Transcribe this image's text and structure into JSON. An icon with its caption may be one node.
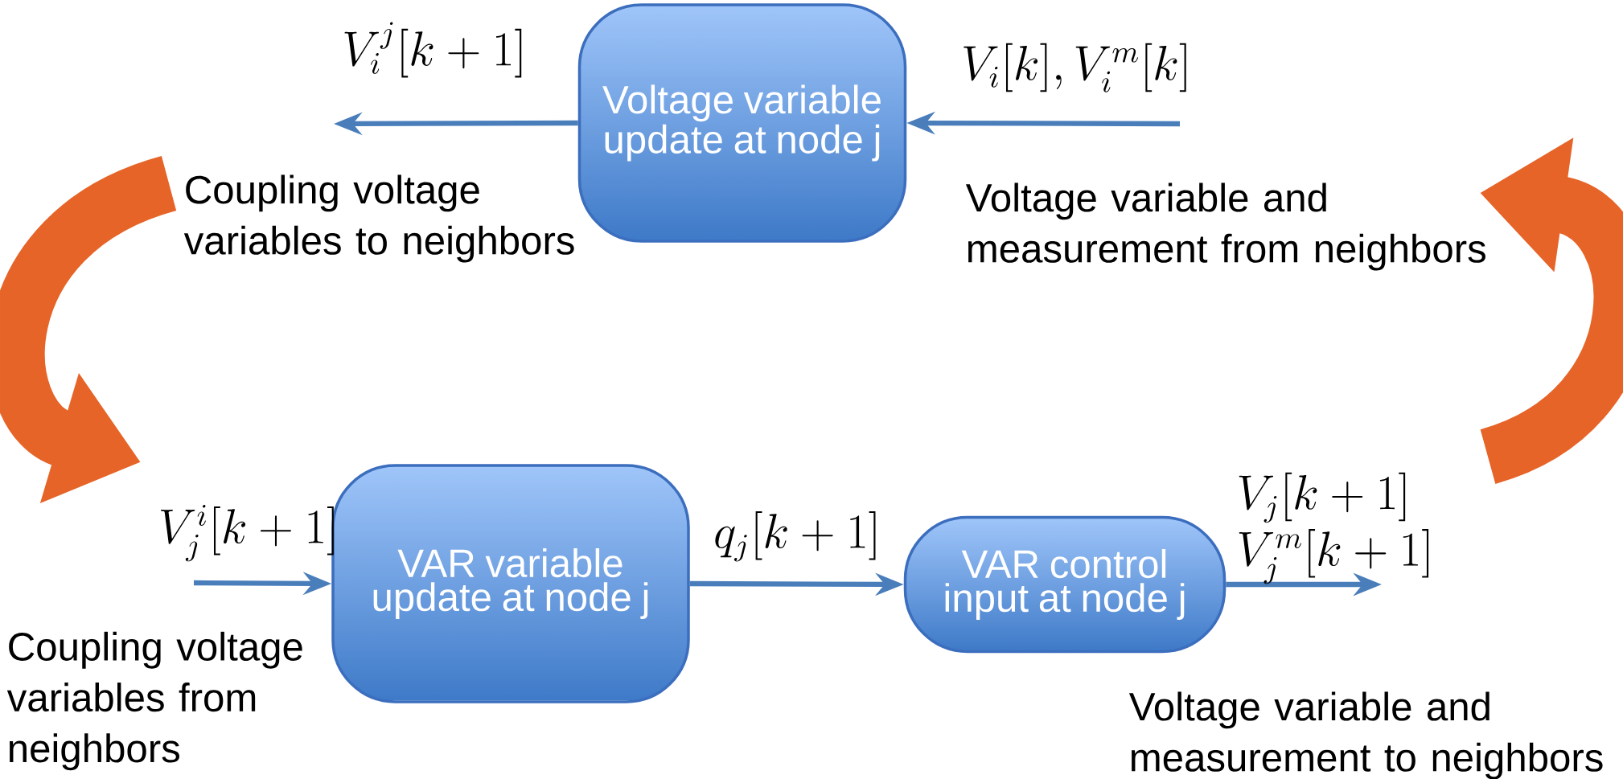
{
  "diagram": {
    "nodes": [
      {
        "text": [
          "Voltage variable update at node j"
        ]
      },
      {
        "text": [
          "VAR variable update at node j"
        ]
      },
      {
        "text": [
          "VAR control input at node j"
        ]
      }
    ],
    "edges": [
      {
        "from": 0,
        "to": null,
        "arrow": "to",
        "label": "V_i^j[k+1]"
      },
      {
        "from": null,
        "to": 0,
        "arrow": "to",
        "label": "V_i[k], V_i^m[k]"
      },
      {
        "from": null,
        "to": 1,
        "arrow": "to",
        "label": "V_j^i[k+1]"
      },
      {
        "from": 1,
        "to": 2,
        "arrow": "to",
        "label": "q_j[k+1]"
      },
      {
        "from": 2,
        "to": null,
        "arrow": "to",
        "label": "\\begin{array}{l}V_j[k+1]\\\\ V_j^m[k+1]\\end{array}"
      }
    ],
    "labels": [
      "Coupling voltage variables to neighbors",
      "Voltage variable and measurement from neighbors",
      "Coupling voltage variables from neighbors",
      "Voltage variable and measurement to neighbors"
    ]
  }
}
